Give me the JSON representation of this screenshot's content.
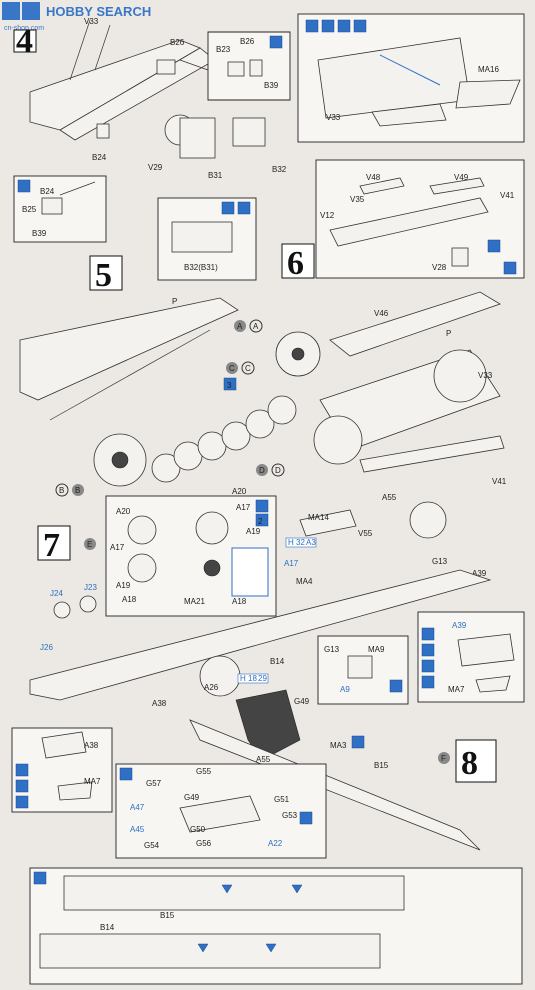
{
  "watermark": {
    "brand": "HOBBY SEARCH",
    "sub": "cn-shop.com"
  },
  "steps": {
    "s4": "4",
    "s5": "5",
    "s6": "6",
    "s7": "7",
    "s8": "8",
    "e": "E",
    "f": "F"
  },
  "step4": {
    "labels": [
      "V33",
      "B26",
      "B23",
      "B26",
      "B39",
      "B24",
      "V29",
      "B31",
      "B32",
      "B24",
      "B25",
      "B39",
      "B32(B31)"
    ]
  },
  "step4_inset_right": {
    "labels": [
      "MA16",
      "V33"
    ]
  },
  "step6": {
    "labels": [
      "V48",
      "V49",
      "V35",
      "V41",
      "V12",
      "V28"
    ]
  },
  "step5": {
    "labels": [
      "P",
      "A",
      "A",
      "C",
      "C",
      "B",
      "B",
      "D",
      "D",
      "3"
    ]
  },
  "step6_main": {
    "labels": [
      "V46",
      "P",
      "V33",
      "V41"
    ]
  },
  "step7": {
    "labels": [
      "A20",
      "A17",
      "A19",
      "A18",
      "A20",
      "A17",
      "A19",
      "A18",
      "MA21",
      "2",
      "MA14",
      "V55",
      "A55",
      "A17",
      "MA4",
      "G13",
      "A39",
      "J24",
      "J23",
      "J26",
      "B14",
      "G13",
      "MA9",
      "A9",
      "A39",
      "MA7"
    ],
    "blue": [
      "J24",
      "J23",
      "J26",
      "A17",
      "A9",
      "A39"
    ],
    "tags": [
      "H",
      "32",
      "A3",
      "H",
      "18",
      "29"
    ]
  },
  "step8": {
    "labels": [
      "A26",
      "A38",
      "G49",
      "MA3",
      "A55",
      "B15",
      "A38",
      "MA7",
      "G55",
      "G57",
      "A47",
      "G49",
      "G51",
      "A45",
      "G50",
      "G53",
      "G54",
      "G56",
      "A22",
      "B15",
      "B14"
    ],
    "blue": [
      "A47",
      "A45",
      "A22"
    ]
  },
  "colors": {
    "accent": "#2f6fc4",
    "ink": "#222222",
    "paper": "#ece9e4"
  }
}
